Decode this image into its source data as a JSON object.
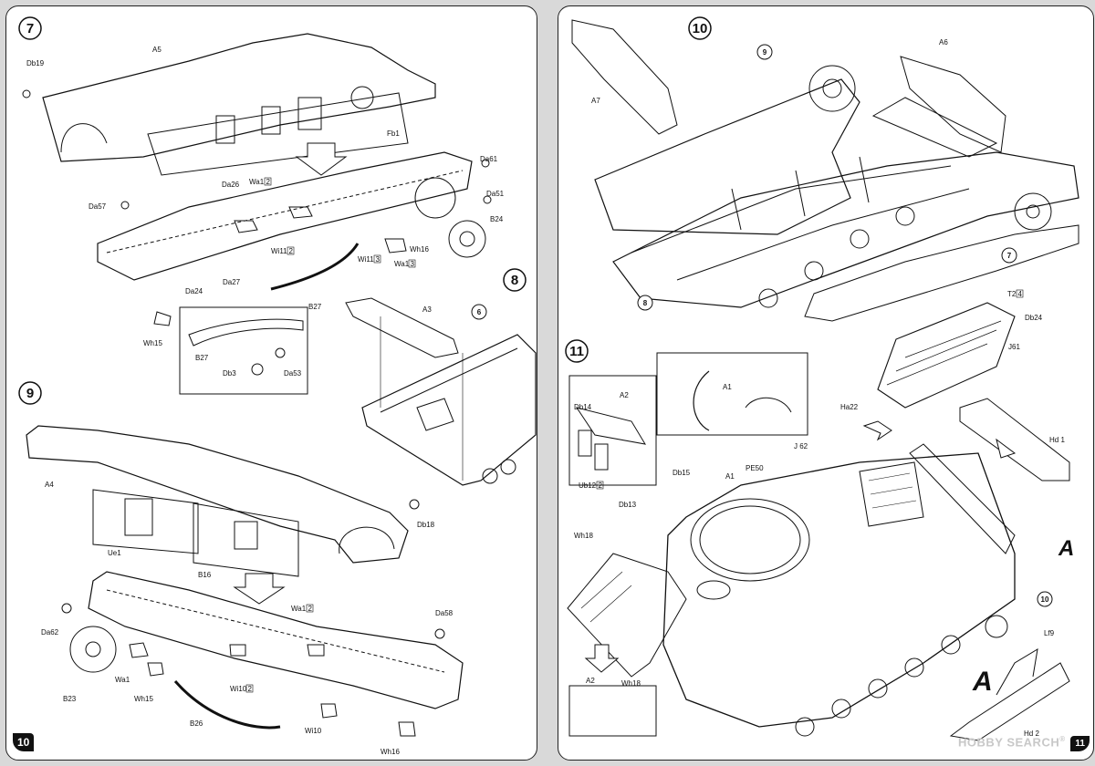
{
  "pages": {
    "left_number": "10",
    "right_number": "11"
  },
  "watermark": {
    "text": "HOBBY SEARCH",
    "registered": "®"
  },
  "steps": {
    "s6": "6",
    "s7": "7",
    "s8": "8",
    "s9": "9",
    "s10": "10",
    "s11": "11"
  },
  "big_letters": {
    "a1": "A",
    "a2": "A"
  },
  "labels": {
    "A5": "A5",
    "Db19": "Db19",
    "Fb1": "Fb1",
    "Da26": "Da26",
    "Wa1_2a": "Wa1",
    "Da61": "Da61",
    "Da57": "Da57",
    "Da51": "Da51",
    "B24": "B24",
    "Wi11_2": "Wi11",
    "Wh16a": "Wh16",
    "Wi11_3": "Wi11",
    "Wa1_3": "Wa1",
    "Da24": "Da24",
    "Da27": "Da27",
    "B27a": "B27",
    "Wh15a": "Wh15",
    "B27b": "B27",
    "Db3": "Db3",
    "Da53": "Da53",
    "A3": "A3",
    "A4": "A4",
    "Db18": "Db18",
    "Ue1": "Ue1",
    "B16": "B16",
    "Wa1_2b": "Wa1",
    "Da58": "Da58",
    "Da62": "Da62",
    "Wa1b": "Wa1",
    "Wh15b": "Wh15",
    "B23": "B23",
    "Wi10_2": "Wi10",
    "B26": "B26",
    "Wi10": "Wi10",
    "Wh16b": "Wh16",
    "A6": "A6",
    "A7": "A7",
    "T2": "T2",
    "Db24": "Db24",
    "J61": "J61",
    "Ha22": "Ha22",
    "Hd1": "Hd 1",
    "A1a": "A1",
    "Db14": "Db14",
    "A2a": "A2",
    "Ub12": "Ub12",
    "Db15": "Db15",
    "PE50": "PE50",
    "J62": "J 62",
    "A1b": "A1",
    "Db13": "Db13",
    "Wh18a": "Wh18",
    "Wh18b": "Wh18",
    "A2b": "A2",
    "Lf9": "Lf9",
    "Hd2": "Hd 2"
  },
  "qty_badges": {
    "q_wa1a": "2",
    "q_wi11a": "2",
    "q_wi11b": "3",
    "q_wa1c": "3",
    "q_wa1b": "2",
    "q_wi10": "2",
    "q_t2": "4",
    "q_ub12": "2"
  },
  "colors": {
    "ink": "#111111",
    "paper": "#ffffff",
    "badge_bg": "#111111",
    "badge_fg": "#ffffff"
  }
}
